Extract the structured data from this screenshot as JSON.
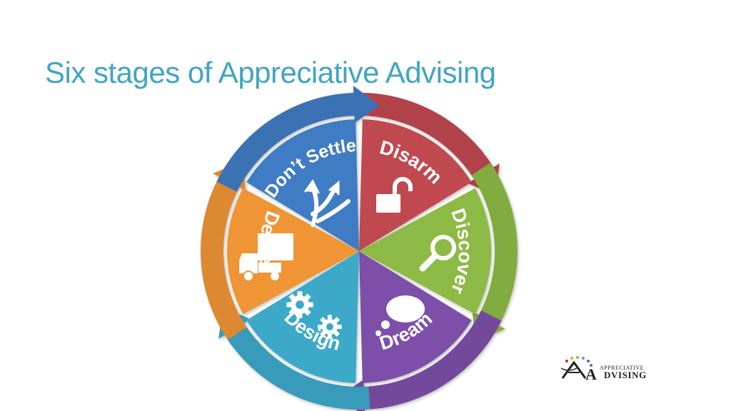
{
  "title": "Six stages of Appreciative Advising",
  "stages": [
    {
      "label": "Disarm",
      "color": "#c0484f",
      "icon": "unlock-icon"
    },
    {
      "label": "Discover",
      "color": "#8dba45",
      "icon": "magnifier-icon"
    },
    {
      "label": "Dream",
      "color": "#7d4fa8",
      "icon": "thought-bubble-icon"
    },
    {
      "label": "Design",
      "color": "#3da9c9",
      "icon": "gears-icon"
    },
    {
      "label": "Deliver",
      "color": "#ef9536",
      "icon": "delivery-truck-icon"
    },
    {
      "label": "Don’t Settle",
      "color": "#3f7cc4",
      "icon": "rising-arrows-icon"
    }
  ],
  "logo": {
    "top_text": "APPRECIATIVE",
    "bottom_text": "DVISING",
    "initial": "A"
  }
}
